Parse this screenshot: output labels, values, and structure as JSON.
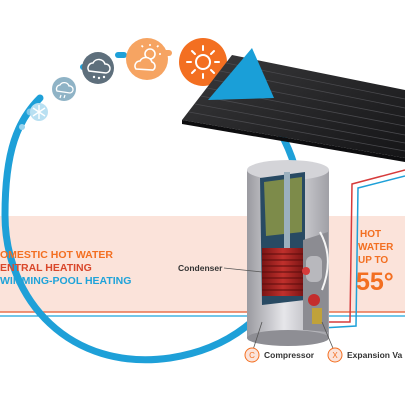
{
  "uses": {
    "line1": "OMESTIC HOT WATER",
    "line2": "ENTRAL HEATING",
    "line3": "WIMMING-POOL HEATING"
  },
  "hot_water": {
    "line1": "HOT",
    "line2": "WATER",
    "line3": "UP TO",
    "temperature": "55°"
  },
  "components": {
    "condenser": "Condenser",
    "compressor": "Compressor",
    "expansion_valve": "Expansion Va"
  },
  "legend_markers": {
    "compressor": "C",
    "expansion_valve": "X"
  },
  "weather_icons": [
    "snowflake-icon",
    "rain-cloud-icon",
    "snow-cloud-icon",
    "sun-cloud-icon",
    "sun-icon"
  ],
  "colors": {
    "cycle_arc": "#1ea0d8",
    "band": "#fbe3da",
    "band_line": "#e8734f",
    "accent_orange": "#f36f21",
    "accent_blue": "#1fa3d9",
    "hot_pipe": "#d63b3b",
    "text_dark": "#333333"
  }
}
